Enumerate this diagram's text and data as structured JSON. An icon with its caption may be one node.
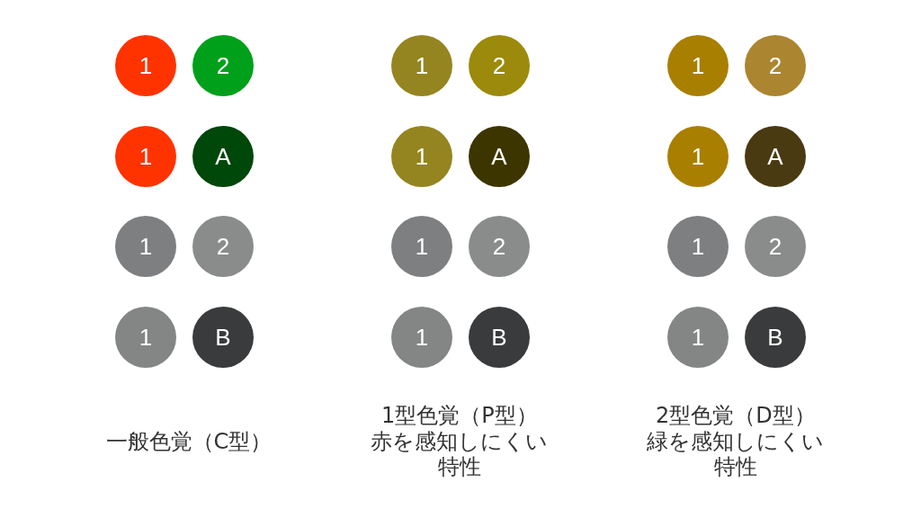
{
  "diagram": {
    "nodes": [
      {
        "text": [
          "1"
        ]
      },
      {
        "text": [
          "2"
        ]
      },
      {
        "text": [
          "1"
        ]
      },
      {
        "text": [
          "A"
        ]
      },
      {
        "text": [
          "1"
        ]
      },
      {
        "text": [
          "2"
        ]
      },
      {
        "text": [
          "1"
        ]
      },
      {
        "text": [
          "B"
        ]
      },
      {
        "text": [
          "1"
        ]
      },
      {
        "text": [
          "2"
        ]
      },
      {
        "text": [
          "1"
        ]
      },
      {
        "text": [
          "A"
        ]
      },
      {
        "text": [
          "1"
        ]
      },
      {
        "text": [
          "2"
        ]
      },
      {
        "text": [
          "1"
        ]
      },
      {
        "text": [
          "B"
        ]
      },
      {
        "text": [
          "1"
        ]
      },
      {
        "text": [
          "2"
        ]
      },
      {
        "text": [
          "1"
        ]
      },
      {
        "text": [
          "A"
        ]
      },
      {
        "text": [
          "1"
        ]
      },
      {
        "text": [
          "2"
        ]
      },
      {
        "text": [
          "1"
        ]
      },
      {
        "text": [
          "B"
        ]
      }
    ],
    "labels": [
      "一般色覚（C型）",
      "1型色覚（P型）",
      "赤を感知しにくい特性",
      "2型色覚（D型）",
      "緑を感知しにくい特性"
    ]
  }
}
